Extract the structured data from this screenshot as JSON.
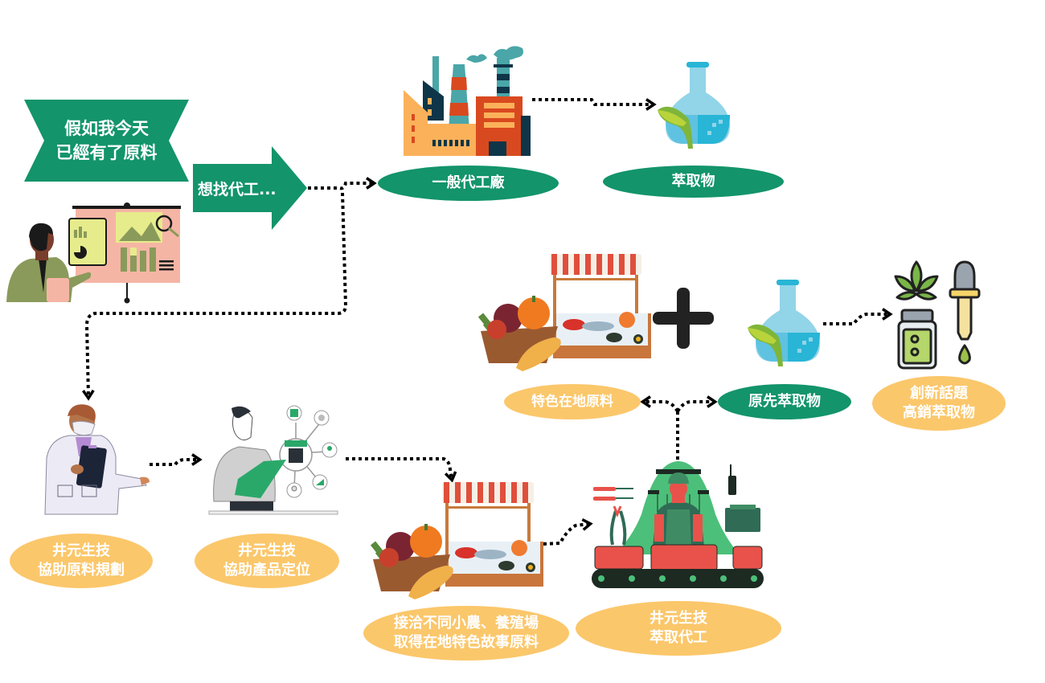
{
  "colors": {
    "green": "#13946b",
    "orange": "#fbc76b",
    "arrow": "#000000"
  },
  "intro": {
    "banner": "假如我今天\n已經有了原料",
    "arrow_label": "想找代工..."
  },
  "top_path": {
    "factory_label": "一般代工廠",
    "extract_label": "萃取物"
  },
  "middle_path": {
    "plus_symbol": "+",
    "result_label": "創新話題\n高銷萃取物",
    "local_material_label": "特色在地原料",
    "original_extract_label": "原先萃取物"
  },
  "bottom_path": {
    "step1_label": "井元生技\n協助原料規劃",
    "step2_label": "井元生技\n協助產品定位",
    "step3_label": "接洽不同小農、養殖場\n取得在地特色故事原料",
    "step4_label": "井元生技\n萃取代工"
  },
  "icons": {
    "presenter": "presenter-chart-illustration",
    "factory": "factory-illustration",
    "flask": "flask-leaf-icon",
    "market_stall": "market-stall-produce-seafood",
    "result_product": "herb-extract-bottle-dropper-icon",
    "doctor": "doctor-clipboard-illustration",
    "strategist": "product-positioning-illustration",
    "conveyor_worker": "factory-worker-conveyor-illustration"
  }
}
